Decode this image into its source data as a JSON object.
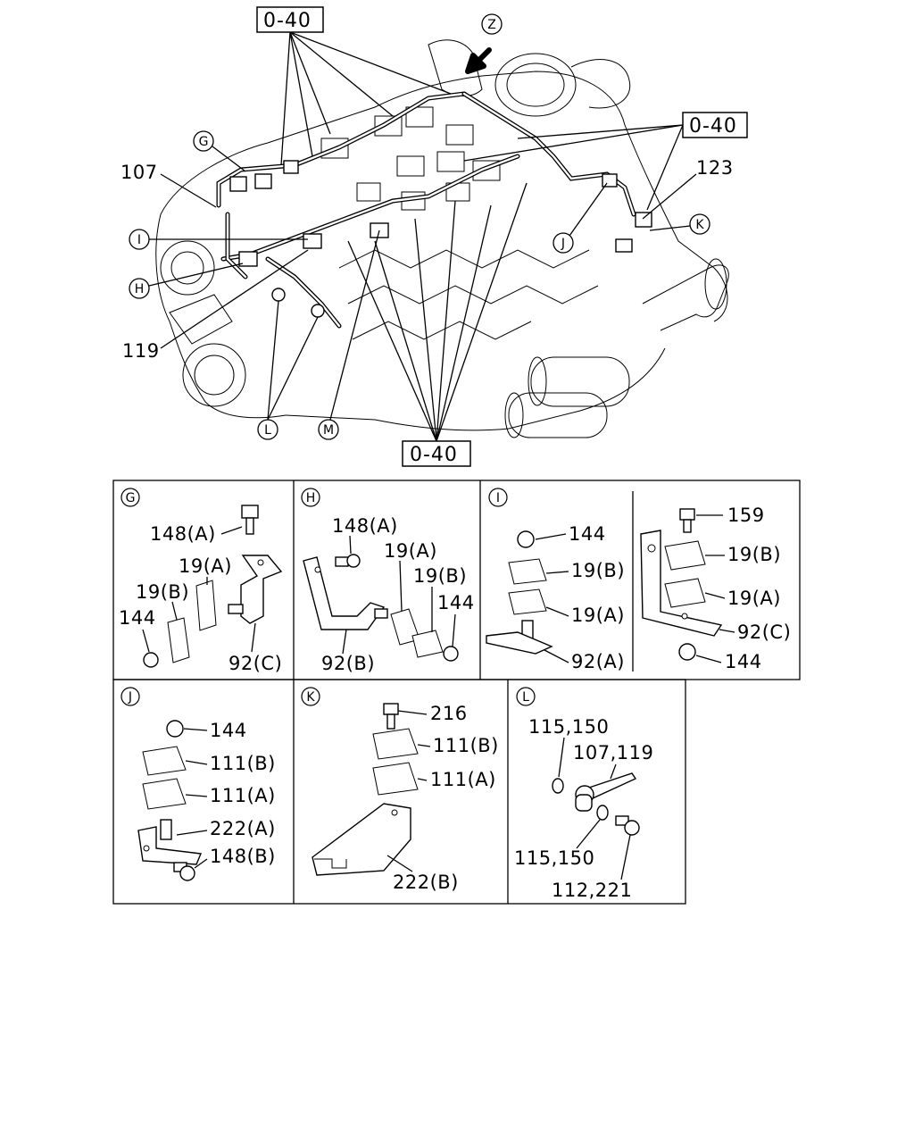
{
  "main_view": {
    "ref_boxes": [
      "0-40",
      "0-40",
      "0-40"
    ],
    "callouts": {
      "Z": "Z",
      "G": "G",
      "I": "I",
      "H": "H",
      "J": "J",
      "K": "K",
      "L": "L",
      "M": "M"
    },
    "parts": {
      "p107": "107",
      "p119": "119",
      "p123": "123"
    }
  },
  "panels": {
    "G": {
      "letter": "G",
      "labels": [
        "148(A)",
        "19(A)",
        "19(B)",
        "144",
        "92(C)"
      ]
    },
    "H": {
      "letter": "H",
      "labels": [
        "148(A)",
        "19(A)",
        "19(B)",
        "144",
        "92(B)"
      ]
    },
    "I": {
      "letter": "I",
      "labels": [
        "144",
        "19(B)",
        "19(A)",
        "92(A)",
        "159",
        "19(B)",
        "19(A)",
        "92(C)",
        "144"
      ]
    },
    "J": {
      "letter": "J",
      "labels": [
        "144",
        "111(B)",
        "111(A)",
        "222(A)",
        "148(B)"
      ]
    },
    "K": {
      "letter": "K",
      "labels": [
        "216",
        "111(B)",
        "111(A)",
        "222(B)"
      ]
    },
    "L": {
      "letter": "L",
      "labels": [
        "115,150",
        "107,119",
        "115,150",
        "112,221"
      ]
    }
  }
}
